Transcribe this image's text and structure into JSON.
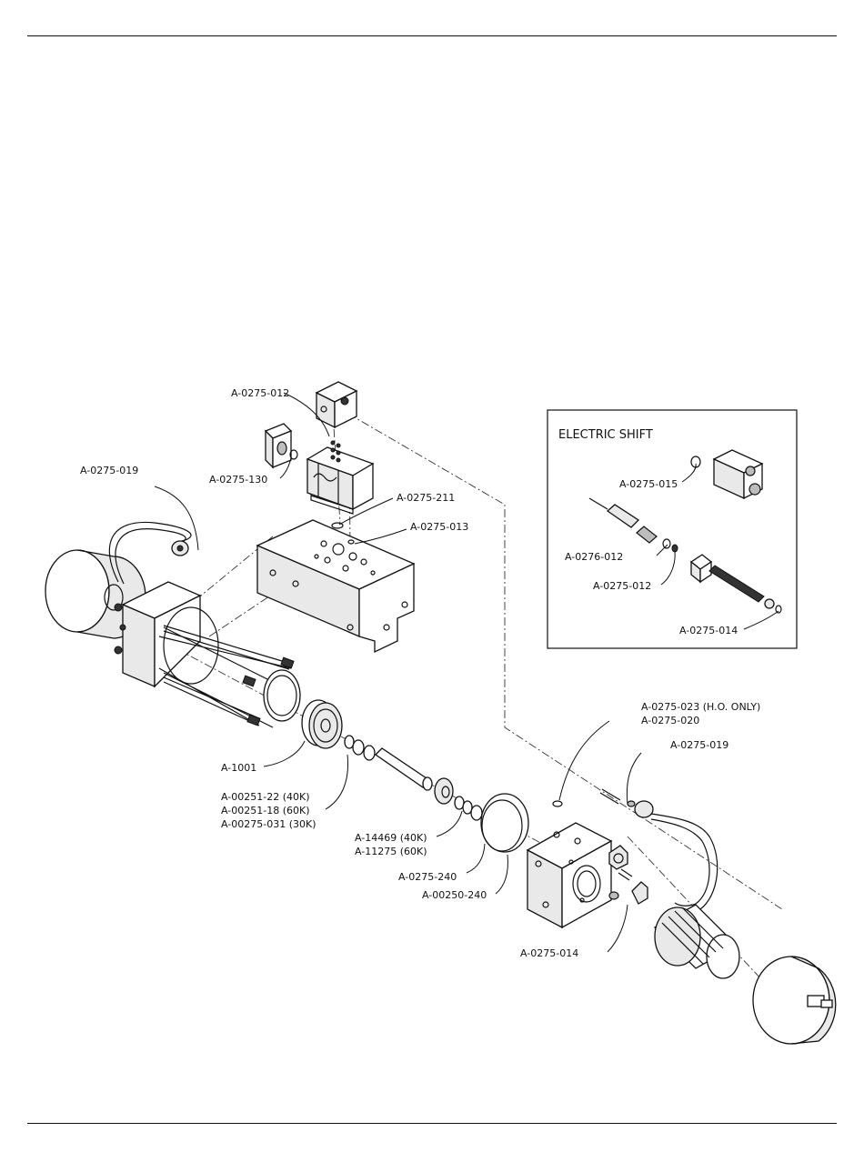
{
  "inset": {
    "title": "ELECTRIC SHIFT"
  },
  "callouts": {
    "a0275_012_top": "A-0275-012",
    "a0275_130": "A-0275-130",
    "a0275_019_left": "A-0275-019",
    "a0275_211": "A-0275-211",
    "a0275_013": "A-0275-013",
    "a1001": "A-1001",
    "a00251_22": "A-00251-22 (40K)",
    "a00251_18": "A-00251-18 (60K)",
    "a00275_031": "A-00275-031 (30K)",
    "a14469": "A-14469 (40K)",
    "a11275": "A-11275 (60K)",
    "a0275_240": "A-0275-240",
    "a00250_240": "A-00250-240",
    "a0275_023": "A-0275-023 (H.O. ONLY)",
    "a0275_020": "A-0275-020",
    "a0275_019_right": "A-0275-019",
    "a0275_014_bottom": "A-0275-014",
    "inset_a0275_015": "A-0275-015",
    "inset_a0276_012": "A-0276-012",
    "inset_a0275_012": "A-0275-012",
    "inset_a0275_014": "A-0275-014"
  }
}
